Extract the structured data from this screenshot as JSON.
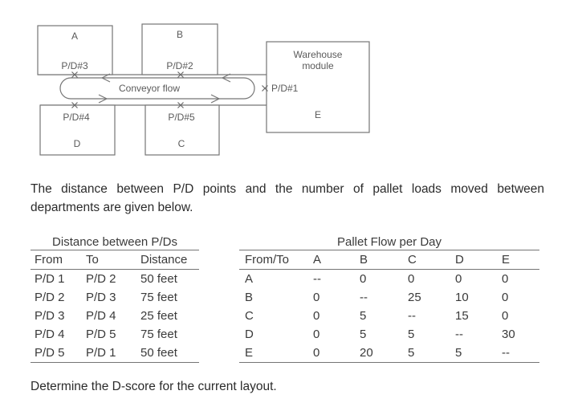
{
  "diagram": {
    "departments": {
      "a": "A",
      "b": "B",
      "c": "C",
      "d": "D",
      "e": "E"
    },
    "warehouse_label_line1": "Warehouse",
    "warehouse_label_line2": "module",
    "pd_points": {
      "pd1": "P/D#1",
      "pd2": "P/D#2",
      "pd3": "P/D#3",
      "pd4": "P/D#4",
      "pd5": "P/D#5"
    },
    "conveyor_label": "Conveyor flow"
  },
  "intro_text": "The distance between P/D points and the number of pallet loads moved between departments are given below.",
  "distance_table": {
    "title": "Distance between P/Ds",
    "headers": [
      "From",
      "To",
      "Distance"
    ],
    "rows": [
      [
        "P/D 1",
        "P/D 2",
        "50 feet"
      ],
      [
        "P/D 2",
        "P/D 3",
        "75 feet"
      ],
      [
        "P/D 3",
        "P/D 4",
        "25 feet"
      ],
      [
        "P/D 4",
        "P/D 5",
        "75 feet"
      ],
      [
        "P/D 5",
        "P/D 1",
        "50 feet"
      ]
    ]
  },
  "flow_table": {
    "title": "Pallet Flow per Day",
    "headers": [
      "From/To",
      "A",
      "B",
      "C",
      "D",
      "E"
    ],
    "rows": [
      [
        "A",
        "--",
        "0",
        "0",
        "0",
        "0"
      ],
      [
        "B",
        "0",
        "--",
        "25",
        "10",
        "0"
      ],
      [
        "C",
        "0",
        "5",
        "--",
        "15",
        "0"
      ],
      [
        "D",
        "0",
        "5",
        "5",
        "--",
        "30"
      ],
      [
        "E",
        "0",
        "20",
        "5",
        "5",
        "--"
      ]
    ]
  },
  "question_text": "Determine the D-score for the current layout.",
  "colors": {
    "line": "#757575",
    "diagram_text": "#5a5a5a",
    "body_text": "#2b2b2b",
    "background": "#ffffff"
  }
}
